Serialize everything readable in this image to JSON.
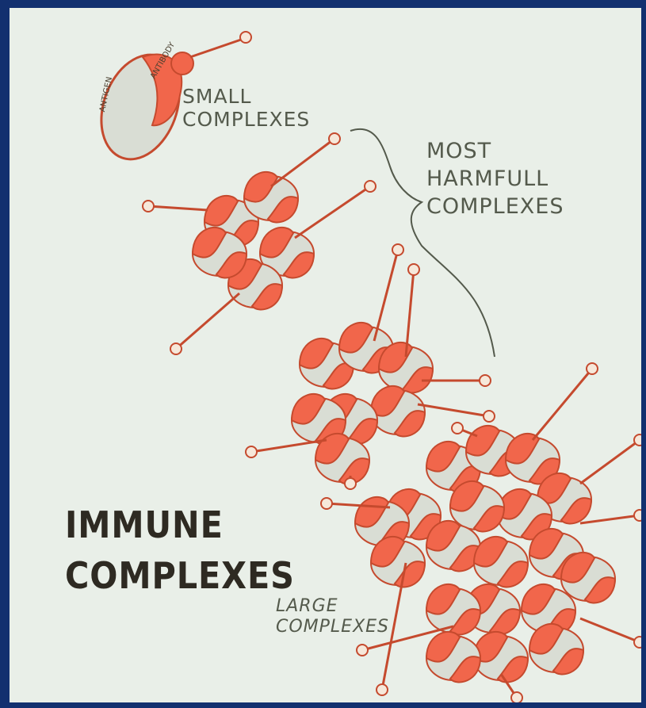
{
  "labels": {
    "small": [
      "SMALL",
      "COMPLEXES"
    ],
    "harmful": [
      "MOST",
      "HARMFULL",
      "COMPLEXES"
    ],
    "large": [
      "LARGE",
      "COMPLEXES"
    ],
    "title": [
      "IMMUNE",
      "COMPLEXES"
    ],
    "antigen": "ANTIGEN",
    "antibody": "ANTIBODY"
  },
  "colors": {
    "frame": "#12306f",
    "background": "#e9efe8",
    "antibody_fill": "#f1664b",
    "antibody_stroke": "#c54a2e",
    "antigen_fill": "#d9ddd4",
    "text": "#545a4c",
    "title_text": "#2e2a22"
  }
}
